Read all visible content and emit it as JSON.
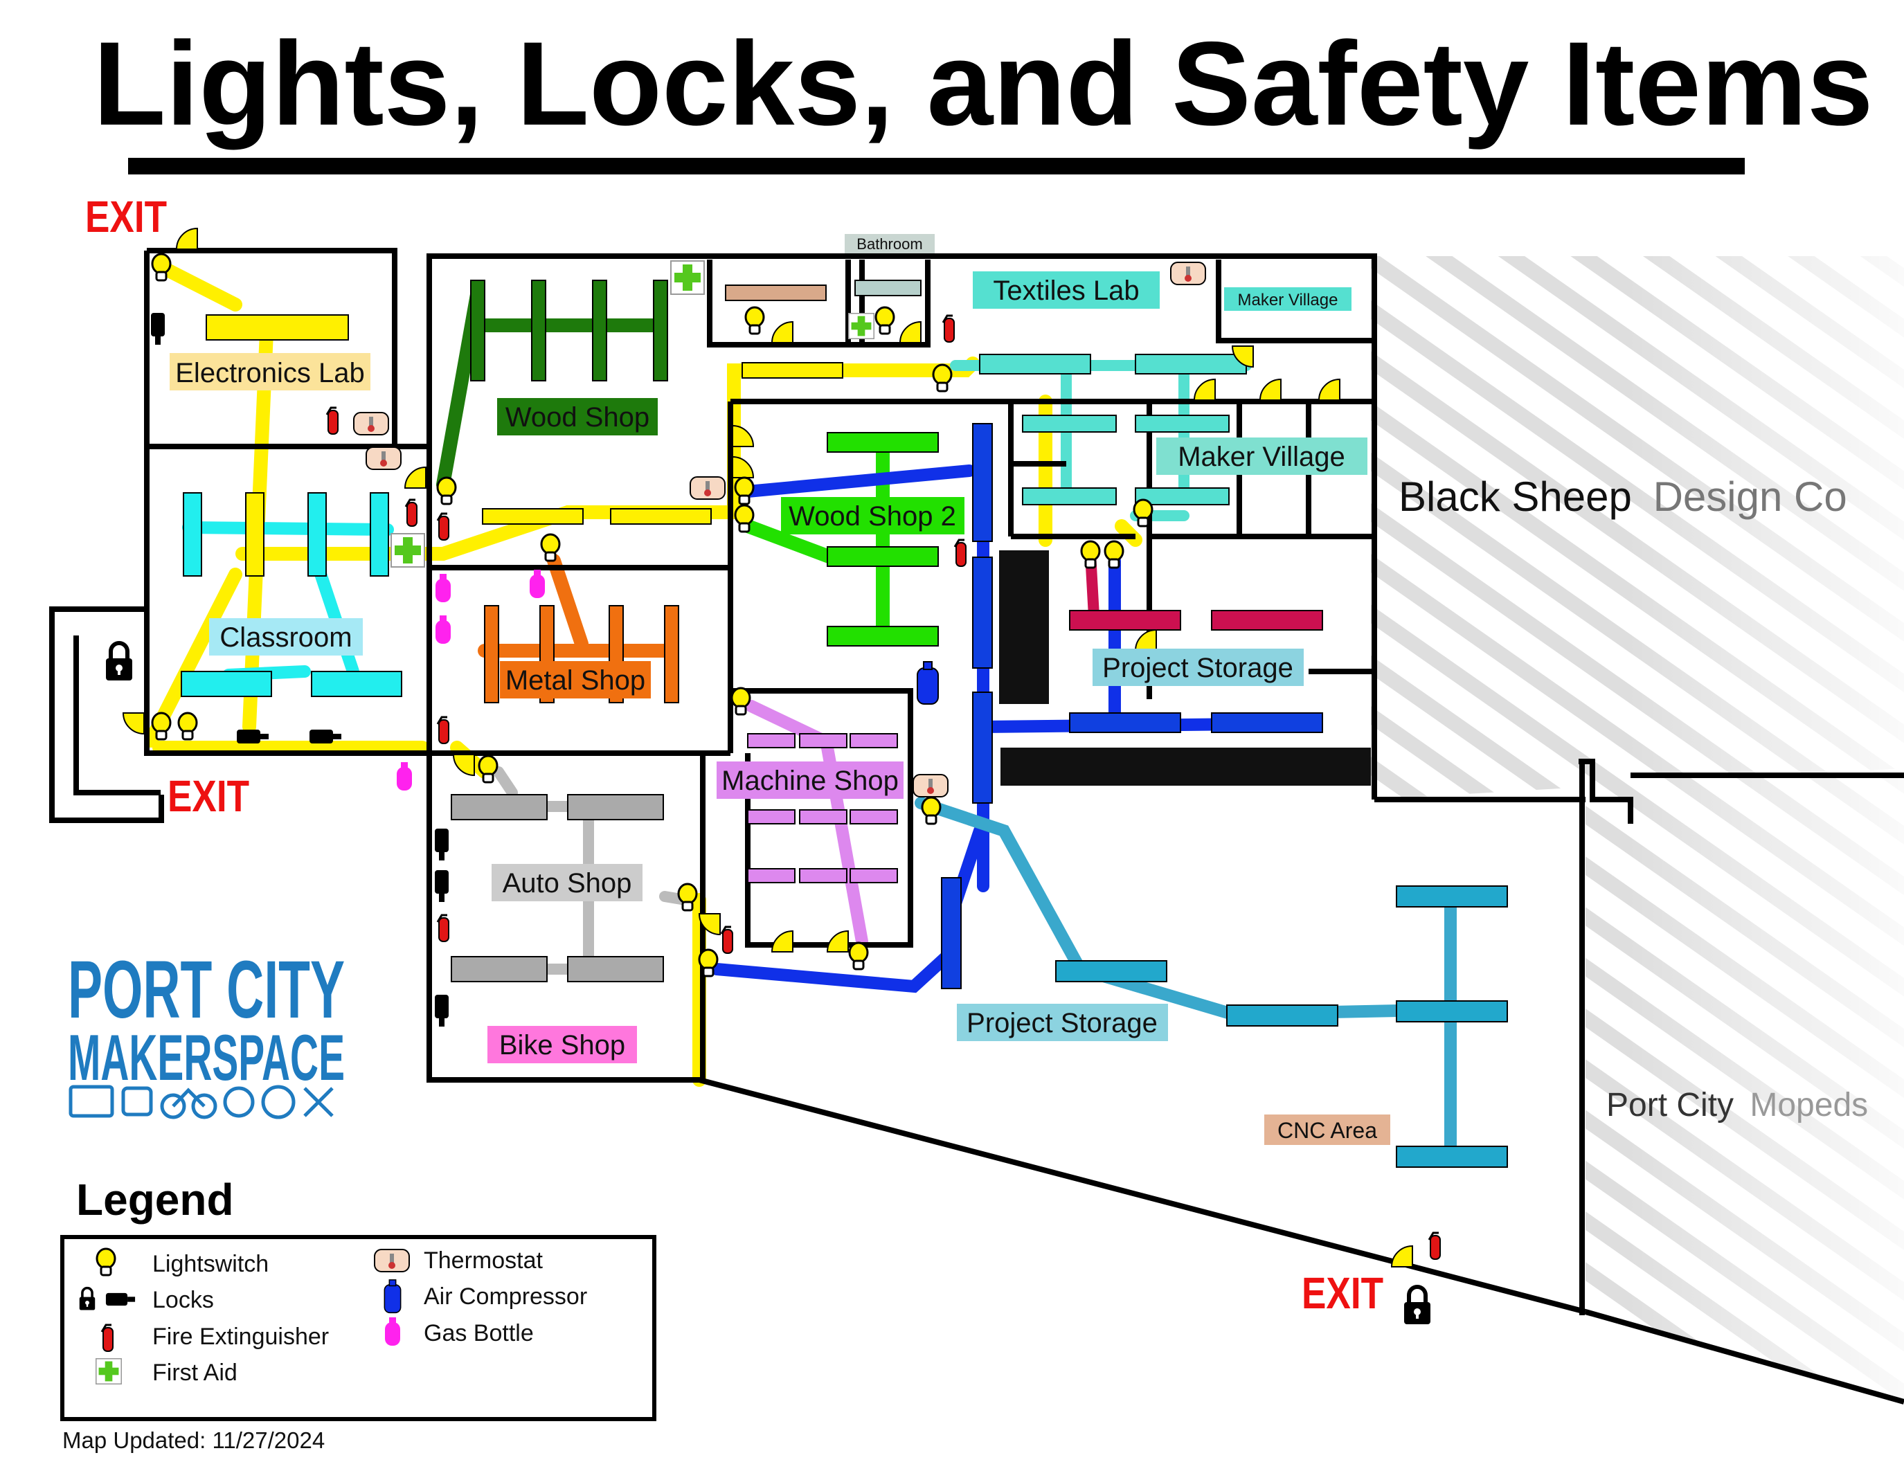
{
  "title": "Lights, Locks, and Safety Items",
  "rooms": {
    "electronics_lab": "Electronics Lab",
    "wood_shop": "Wood Shop",
    "wood_shop_2": "Wood Shop 2",
    "classroom": "Classroom",
    "metal_shop": "Metal Shop",
    "machine_shop": "Machine Shop",
    "auto_shop": "Auto Shop",
    "bike_shop": "Bike Shop",
    "textiles_lab": "Textiles Lab",
    "maker_village_small": "Maker Village",
    "maker_village": "Maker Village",
    "bathroom": "Bathroom",
    "project_storage_upper": "Project Storage",
    "project_storage_lower": "Project Storage",
    "cnc_area": "CNC Area"
  },
  "neighbors": {
    "black_sheep_a": "Black Sheep",
    "black_sheep_b": "Design Co",
    "port_city_a": "Port City",
    "port_city_b": "Mopeds"
  },
  "exits": {
    "top_left": "EXIT",
    "left": "EXIT",
    "bottom_right": "EXIT"
  },
  "logo": {
    "line1": "PORT CITY",
    "line2": "MAKERSPACE"
  },
  "legend": {
    "title": "Legend",
    "items": [
      {
        "label": "Lightswitch",
        "icon": "lightbulb-icon"
      },
      {
        "label": "Locks",
        "icon": "lock-icon"
      },
      {
        "label": "Fire Extinguisher",
        "icon": "fire-extinguisher-icon"
      },
      {
        "label": "First Aid",
        "icon": "first-aid-icon"
      },
      {
        "label": "Thermostat",
        "icon": "thermostat-icon"
      },
      {
        "label": "Air Compressor",
        "icon": "air-compressor-icon"
      },
      {
        "label": "Gas Bottle",
        "icon": "gas-bottle-icon"
      }
    ]
  },
  "footer": "Map Updated: 11/27/2024",
  "colors": {
    "electronics_lab": "#FFF000",
    "wood_shop": "#1E7A0C",
    "wood_shop_2": "#22E000",
    "classroom": "#22EEEE",
    "metal_shop": "#F07010",
    "machine_shop": "#DD88EE",
    "auto_shop": "#AAAAAA",
    "bike_shop": "#FF77DD",
    "textiles_lab": "#55E0D0",
    "project_storage": "#1040E0",
    "cnc_area": "#22A8CC",
    "maker_village": "#CC1050",
    "exit": "#EE1111",
    "logo": "#1F7BC0"
  }
}
